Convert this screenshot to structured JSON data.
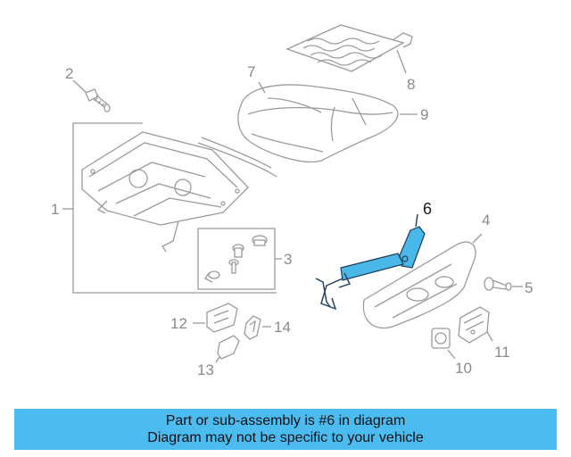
{
  "diagram": {
    "callouts": [
      {
        "id": "1",
        "label": "1"
      },
      {
        "id": "2",
        "label": "2"
      },
      {
        "id": "3",
        "label": "3"
      },
      {
        "id": "4",
        "label": "4"
      },
      {
        "id": "5",
        "label": "5"
      },
      {
        "id": "6",
        "label": "6"
      },
      {
        "id": "7",
        "label": "7"
      },
      {
        "id": "8",
        "label": "8"
      },
      {
        "id": "9",
        "label": "9"
      },
      {
        "id": "10",
        "label": "10"
      },
      {
        "id": "11",
        "label": "11"
      },
      {
        "id": "12",
        "label": "12"
      },
      {
        "id": "13",
        "label": "13"
      },
      {
        "id": "14",
        "label": "14"
      }
    ],
    "highlighted_part": "6",
    "colors": {
      "highlight_fill": "#49b8e8",
      "highlight_stroke": "#1b3d5c",
      "line_gray": "#9a9a9a",
      "banner": "#4cbcf0"
    }
  },
  "banner": {
    "line1": "Part or sub-assembly is #6 in diagram",
    "line2": "Diagram may not be specific to your vehicle"
  }
}
